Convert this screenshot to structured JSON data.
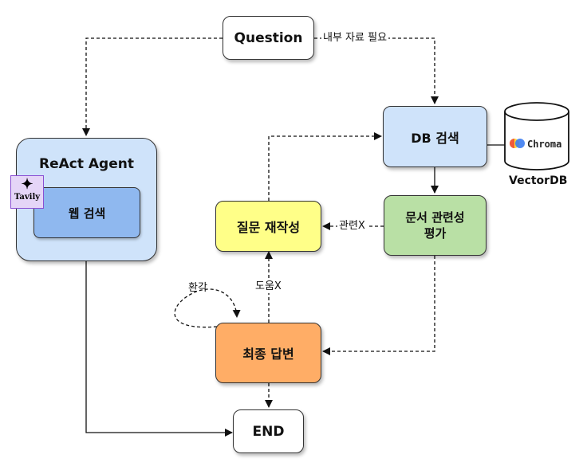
{
  "nodes": {
    "question": "Question",
    "react_agent": "ReAct Agent",
    "tavily": "Tavily",
    "web_search": "웹 검색",
    "db_search": "DB 검색",
    "doc_relevance": "문서 관련성\n평가",
    "query_rewrite": "질문 재작성",
    "final_answer": "최종 답변",
    "end": "END"
  },
  "database": {
    "brand": "Chroma",
    "caption": "VectorDB"
  },
  "edge_labels": {
    "needs_internal": "내부 자료 필요",
    "not_relevant": "관련X",
    "not_helpful": "도움X",
    "hallucination": "환각"
  },
  "colors": {
    "question": "#ffffff",
    "react_agent": "#cfe3fa",
    "web_search": "#8fb8ef",
    "tavily": "#e5d5f7",
    "db_search": "#cfe3fa",
    "doc_relevance": "#b9e0a5",
    "query_rewrite": "#ffff88",
    "final_answer": "#ffad66",
    "end": "#ffffff"
  }
}
